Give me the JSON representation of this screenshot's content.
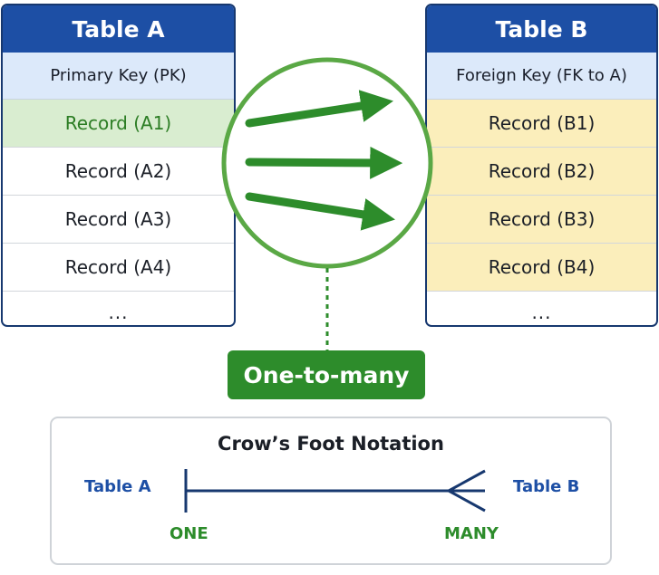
{
  "table_a": {
    "title": "Table A",
    "key_label": "Primary Key (PK)",
    "rows": [
      "Record (A1)",
      "Record (A2)",
      "Record (A3)",
      "Record (A4)",
      "..."
    ]
  },
  "table_b": {
    "title": "Table B",
    "key_label": "Foreign Key (FK to A)",
    "rows": [
      "Record (B1)",
      "Record (B2)",
      "Record (B3)",
      "Record (B4)",
      "..."
    ]
  },
  "relationship": {
    "label": "One-to-many",
    "arrow_count": 3
  },
  "legend": {
    "title": "Crow’s Foot Notation",
    "left_table": "Table A",
    "right_table": "Table B",
    "left_cardinality": "ONE",
    "right_cardinality": "MANY"
  },
  "colors": {
    "navy": "#17386f",
    "header_blue": "#1d4fa5",
    "key_blue": "#dce9fa",
    "green": "#2d8c2b",
    "green_highlight": "#d9edd0",
    "yellow_highlight": "#fbeebb"
  }
}
